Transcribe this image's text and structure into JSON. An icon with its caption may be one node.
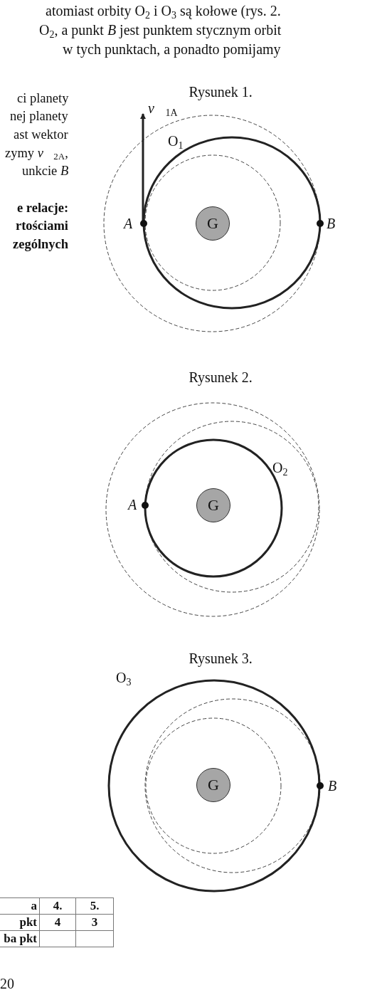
{
  "diagram": {
    "nodes": [
      {
        "text": [
          "G"
        ]
      },
      {
        "text": [
          "G"
        ]
      },
      {
        "text": [
          "G"
        ]
      }
    ],
    "labels": [
      "atomiast orbity O$_{2}$ i O$_{3}$ są kołowe (rys. 2.",
      "O$_{2}$, a punkt *B* jest punktem stycznym orbit",
      "w tych punktach, a ponadto pomijamy",
      "Rysunek 1.",
      "ci planety",
      "*v⃗*$_{1A}$",
      "nej planety",
      "ast wektor",
      "O$_{1}$",
      "zymy *v⃗*$_{2A}$,",
      "unkcie *B*",
      "*A*",
      "*B*",
      "e relacje:",
      "rtościami",
      "zególnych",
      "Rysunek 2.",
      "O$_{2}$",
      "*A*",
      "Rysunek 3.",
      "O$_{3}$",
      "*B*",
      "a",
      "4.",
      "5.",
      "pkt",
      "4",
      "3",
      "ba pkt",
      "20"
    ]
  }
}
